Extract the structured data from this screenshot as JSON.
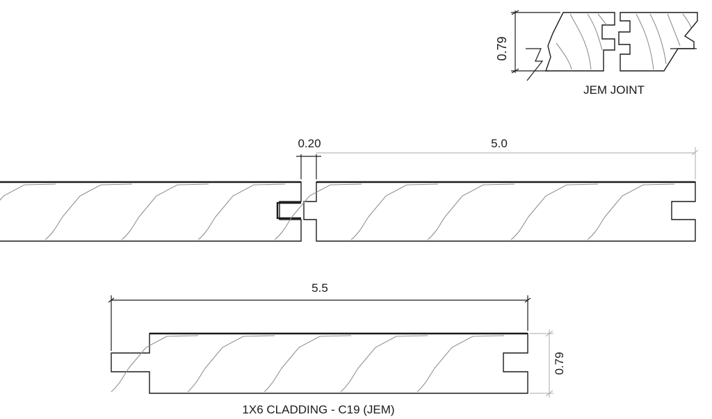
{
  "detail": {
    "label": "JEM JOINT",
    "thickness": "0.79"
  },
  "assembly": {
    "gap": "0.20",
    "cover_width": "5.0"
  },
  "section": {
    "overall_width": "5.5",
    "thickness": "0.79",
    "caption": "1X6 CLADDING - C19 (JEM)"
  }
}
